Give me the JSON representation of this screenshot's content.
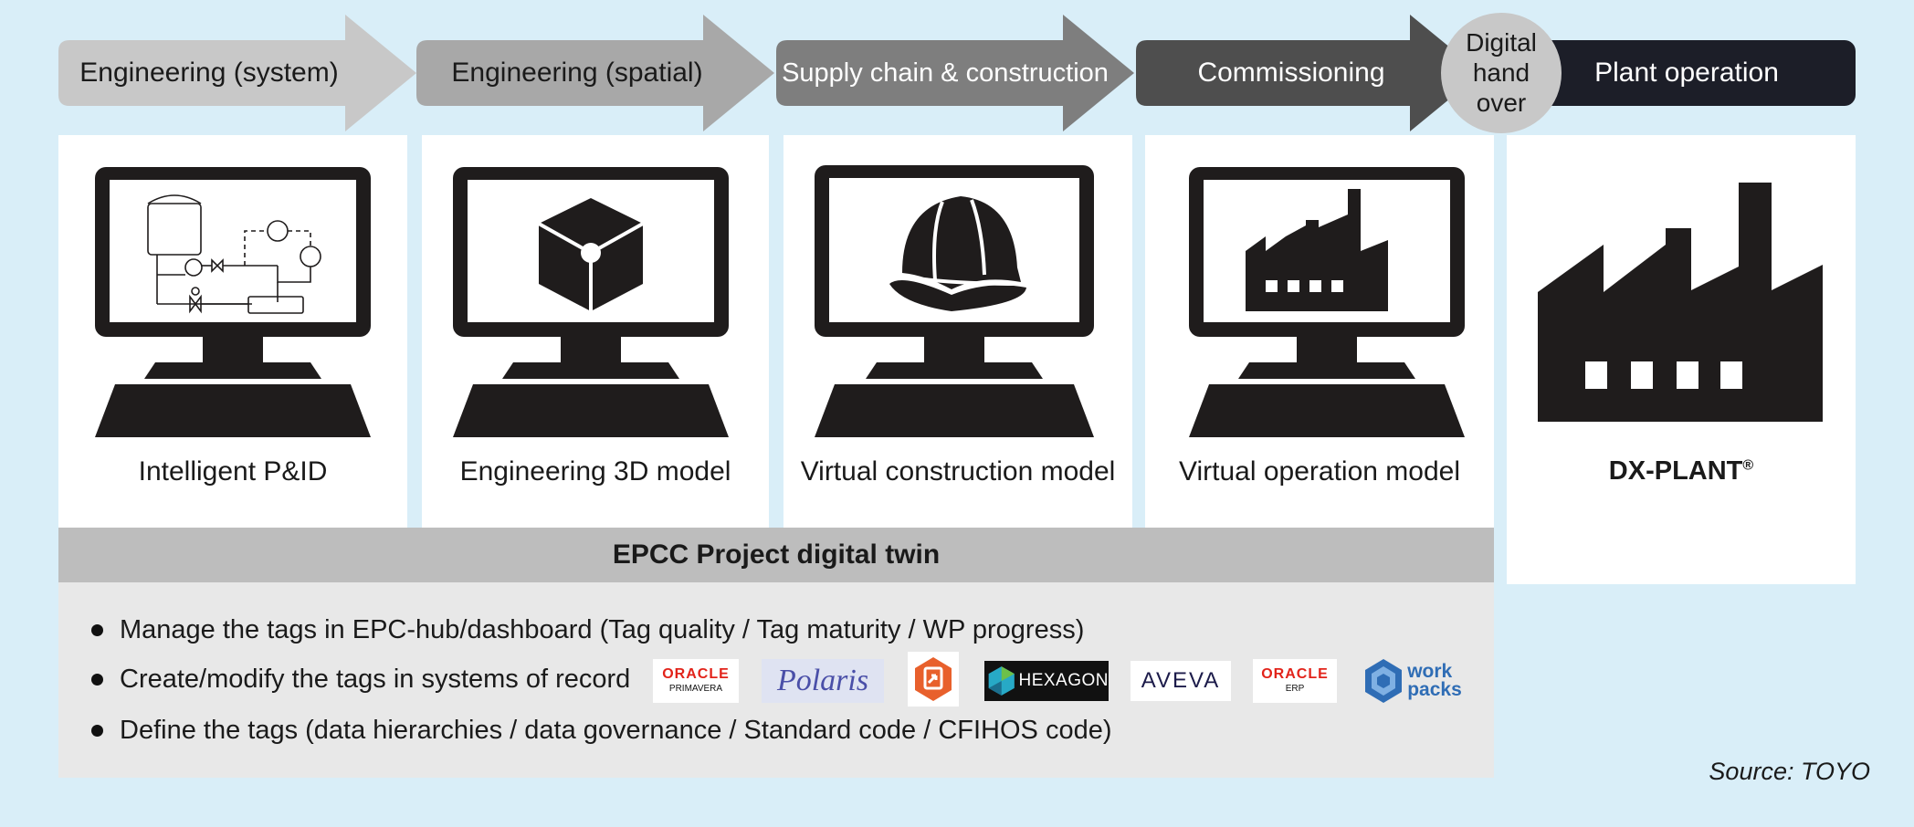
{
  "stages": [
    {
      "label": "Engineering (system)",
      "color": "#c8c8c8",
      "text_color": "#1a1a1a"
    },
    {
      "label": "Engineering (spatial)",
      "color": "#a8a8a8",
      "text_color": "#1a1a1a"
    },
    {
      "label": "Supply chain & construction",
      "color": "#7e7e7e",
      "text_color": "#ffffff"
    },
    {
      "label": "Commissioning",
      "color": "#4e4e4e",
      "text_color": "#ffffff"
    },
    {
      "label": "Plant operation",
      "color": "#1c1e28",
      "text_color": "#ffffff"
    }
  ],
  "handover": {
    "line1": "Digital",
    "line2": "hand",
    "line3": "over"
  },
  "panels": [
    {
      "label": "Intelligent P&ID",
      "icon": "monitor-pid-icon"
    },
    {
      "label": "Engineering 3D model",
      "icon": "monitor-cube-icon"
    },
    {
      "label": "Virtual construction model",
      "icon": "monitor-hardhat-icon"
    },
    {
      "label": "Virtual operation model",
      "icon": "monitor-factory-icon"
    },
    {
      "label": "DX-PLANT",
      "sup": "®",
      "icon": "factory-icon"
    }
  ],
  "twin": {
    "title": "EPCC Project digital twin",
    "bullets": [
      "Manage the tags in EPC-hub/dashboard (Tag quality / Tag maturity / WP progress)",
      "Create/modify the tags in systems of record",
      "Define the tags (data hierarchies / data governance / Standard code / CFIHOS code)"
    ]
  },
  "logos": {
    "oracle_primavera": {
      "top": "ORACLE",
      "bottom": "PRIMAVERA"
    },
    "polaris": "Polaris",
    "hexagon": "HEXAGON",
    "aveva": "AVEVA",
    "oracle_erp": {
      "top": "ORACLE",
      "bottom": "ERP"
    },
    "workpacks": {
      "line1": "work",
      "line2": "packs"
    }
  },
  "source": "Source: TOYO",
  "colors": {
    "background": "#d9eef8",
    "twin_header": "#bdbdbd",
    "twin_body": "#e8e8e8",
    "icon": "#1f1c1c",
    "oracle_red": "#e2231a",
    "hexagon_teal": "#27a9c6",
    "workpacks_blue": "#2f6db5"
  }
}
